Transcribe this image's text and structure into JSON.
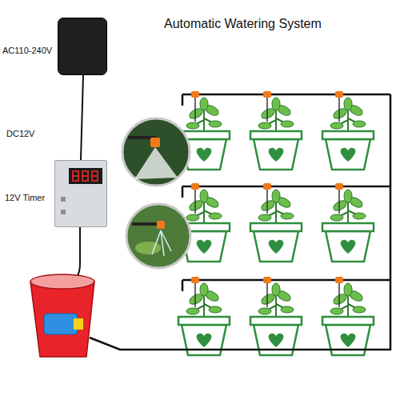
{
  "diagram": {
    "title": "Automatic Watering System",
    "nodes": [
      {
        "text": [
          "AC110-240V"
        ]
      },
      {
        "text": [
          "12V Timer"
        ]
      }
    ],
    "edges": [
      {
        "from": 0,
        "to": 1,
        "arrow": "none",
        "label": "DC12V"
      }
    ]
  }
}
